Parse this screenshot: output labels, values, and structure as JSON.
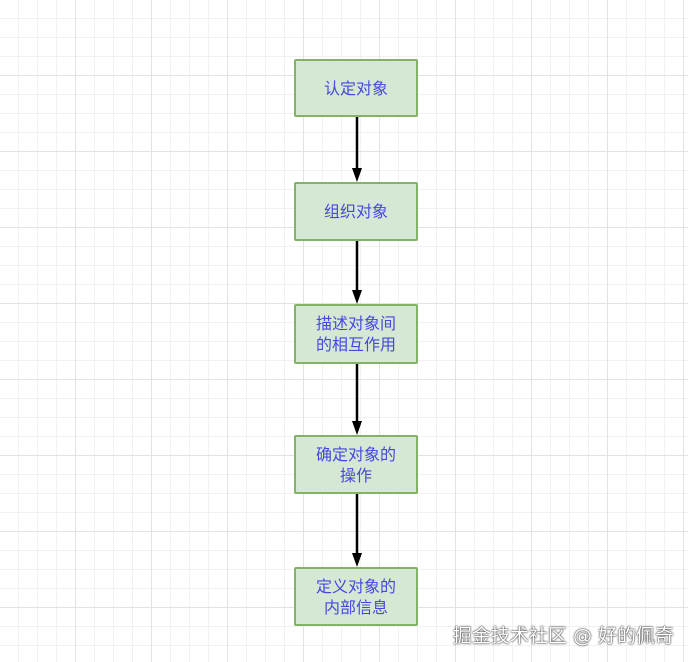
{
  "diagram": {
    "colors": {
      "node_fill": "#d5e8d4",
      "node_border": "#82b366",
      "node_text": "#4747e0",
      "connector": "#000000"
    },
    "nodes": [
      {
        "label": "认定对象"
      },
      {
        "label": "组织对象"
      },
      {
        "label": "描述对象间\n的相互作用"
      },
      {
        "label": "确定对象的\n操作"
      },
      {
        "label": "定义对象的\n内部信息"
      }
    ],
    "edges": [
      {
        "from": "认定对象",
        "to": "组织对象"
      },
      {
        "from": "组织对象",
        "to": "描述对象间\n的相互作用"
      },
      {
        "from": "描述对象间\n的相互作用",
        "to": "确定对象的\n操作"
      },
      {
        "from": "确定对象的\n操作",
        "to": "定义对象的\n内部信息"
      }
    ]
  },
  "watermark": {
    "text": "掘金技术社区 @ 好的佩奇"
  }
}
